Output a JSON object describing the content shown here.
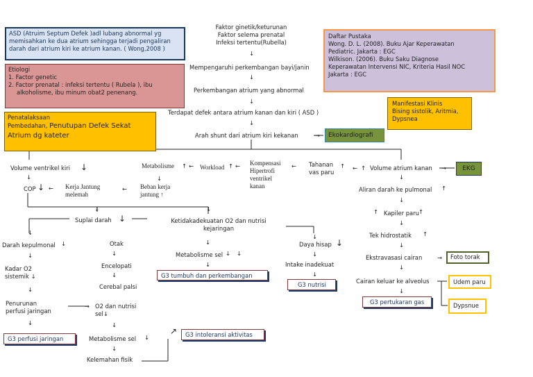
{
  "boxes": {
    "asd": {
      "l1": "ASD (Atruim Septum Defek )adl lubang abnormal yg",
      "l2": "memisahkan ke dua atrium sehingga terjadi pengaliran",
      "l3": "darah dari atrium kiri ke atrium kanan. ( Wong,2008 )"
    },
    "etiologi": {
      "title": "Etiologi",
      "l1": "1. Factor genetic",
      "l2": "2. Factor prenatal : infeksi tertentu ( Rubela ), ibu",
      "l3": "alkoholisme, ibu minum obat2 penenang."
    },
    "penatalaksaan": {
      "title": "Penatalaksaan",
      "l1a": "Pembedahan,",
      "l1b": "Penutupan Defek Sekat",
      "l2": "Atrium dg kateter"
    },
    "daftar_pustaka": {
      "title": "Daftar Pustaka",
      "l1": "Wong. D. L. (2008). Buku Ajar Keperawatan",
      "l2": "Pediatric. Jakarta : EGC",
      "l3": "Wilkison. (2006). Buku Saku Diagnose",
      "l4": "Keperawatan Intervensi NIC, Kriteria Hasil NOC",
      "l5": "Jakarta : EGC"
    },
    "manifestasi": {
      "title": "Manifestasi Klinis",
      "l1": "Bising sistolik, Aritmia,",
      "l2": "Dypsnea"
    },
    "ekokardiografi": "Ekokardiografi",
    "ekg": "EKG",
    "foto_torak": "Foto torak",
    "udem_paru": "Udem paru",
    "dypsnue": "Dypsnue"
  },
  "nodes": {
    "faktor_l1": "Faktor ginetik/keturunan",
    "faktor_l2": "Faktor selema prenatal",
    "faktor_l3": "Infeksi tertentu(Rubella)",
    "mempengaruhi": "Mempengaruhi perkembangan bayi/janin",
    "perkembangan_atrium": "Perkembangan atrium yang abnormal",
    "defek": "Terdapat defek antara atrium kanan dan kiri ( ASD )",
    "arah_shunt": "Arah shunt dari atrium kiri kekanan",
    "volume_ventrikel": "Volume ventrikel kiri",
    "metabolisme": "Metabolisme",
    "workload": "Workload",
    "kompensasi_l1": "Kompensasi",
    "kompensasi_l2": "Hipertrofi",
    "kompensasi_l3": "ventrikel",
    "kompensasi_l4": "kanan",
    "tahanan_l1": "Tahanan",
    "tahanan_l2": "vas paru",
    "volume_atrium": "Volume atrium kanan",
    "cop": "COP",
    "kerja_jantung_l1": "Kerja Jantung",
    "kerja_jantung_l2": "melemah",
    "beban_kerja_l1": "Beban kerja",
    "beban_kerja_l2": "jantung",
    "aliran_darah": "Aliran darah ke pulmonal",
    "kapiler_paru": "Kapiler paru",
    "suplai_darah": "Suplai darah",
    "ketidakadekuatan_l1": "Ketidakadekuatan O2 dan nutrisi",
    "ketidakadekuatan_l2": "kejaringan",
    "tek_hidrostatik": "Tek hidrostatik",
    "darah_kepulmonal": "Darah kepulmonal",
    "otak": "Otak",
    "metabolisme_sel_1": "Metabolisme sel",
    "daya_hisap": "Daya hisap",
    "ekstravasasi": "Ekstravasasi cairan",
    "kadar_o2_l1": "Kadar O2",
    "kadar_o2_l2": "sistemik",
    "encelopati": "Encelopati",
    "intake": "Intake inadekuat",
    "cairan_keluar": "Cairan keluar ke alveolus",
    "cerebal_palsi": "Cerebal palsi",
    "penurunan_l1": "Penurunan",
    "penurunan_l2": "perfusi jaringan",
    "o2_nutrisi_l1": "O2 dan nutrisi",
    "o2_nutrisi_l2": "sel",
    "metabolisme_sel_2": "Metabolisme sel",
    "kelemahan_fisik": "Kelemahan fisik"
  },
  "diagnoses": {
    "tumbuh": "G3 tumbuh dan perkembangan",
    "nutrisi": "G3 nutrisi",
    "pertukaran_gas": "G3 pertukaran gas",
    "perfusi": "G3 perfusi jaringan",
    "intoleransi": "G3 intoleransi aktivitas"
  },
  "arrows": {
    "down": "↓",
    "up": "↑",
    "left": "←",
    "right": "→",
    "up_right": "↗"
  },
  "colors": {
    "asd_fill": "#dae3f3",
    "etiologi_fill": "#da9694",
    "penatalaksaan_fill": "#ffc000",
    "daftar_fill": "#ccc0da",
    "daftar_border": "#f79646",
    "green_box": "#77933c",
    "g3_text": "#1f3864"
  }
}
